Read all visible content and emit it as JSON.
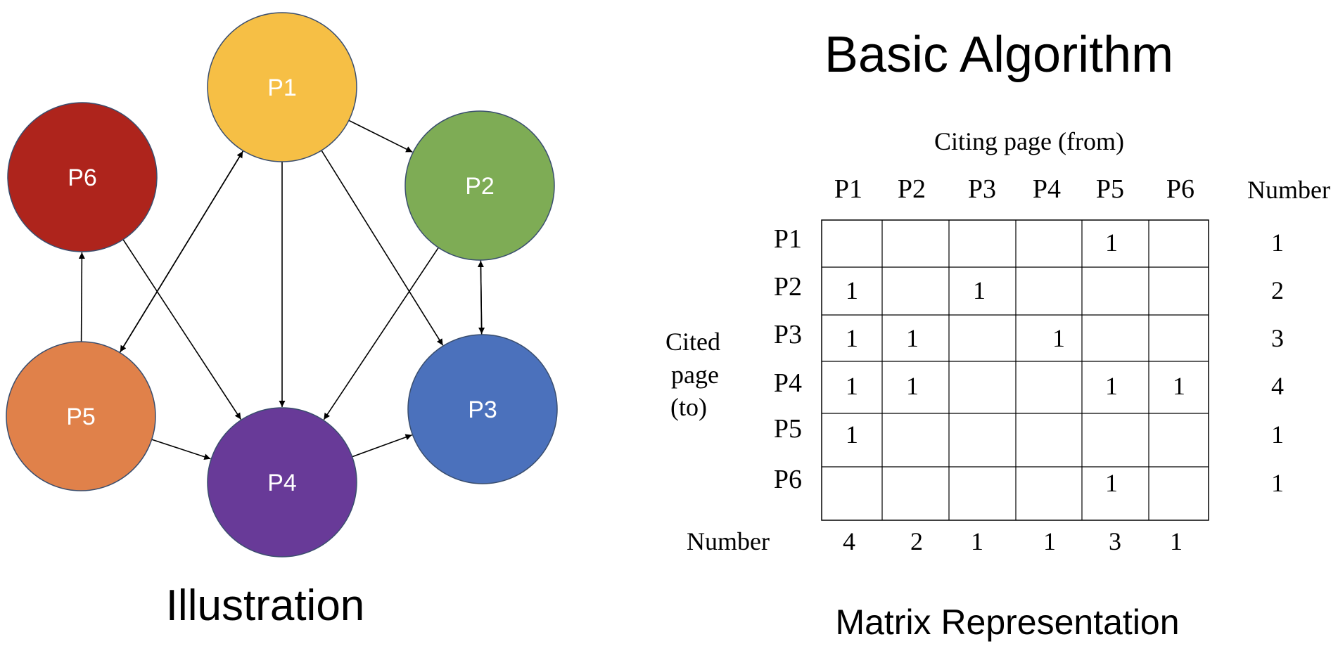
{
  "title": "Basic Algorithm",
  "illustration": {
    "caption": "Illustration",
    "nodes": [
      {
        "id": "P1",
        "label": "P1",
        "color": "#F6BF45"
      },
      {
        "id": "P2",
        "label": "P2",
        "color": "#7EAC55"
      },
      {
        "id": "P3",
        "label": "P3",
        "color": "#4B71BC"
      },
      {
        "id": "P4",
        "label": "P4",
        "color": "#683A98"
      },
      {
        "id": "P5",
        "label": "P5",
        "color": "#E0814A"
      },
      {
        "id": "P6",
        "label": "P6",
        "color": "#AE241C"
      }
    ],
    "edges": [
      {
        "from": "P1",
        "to": "P2"
      },
      {
        "from": "P1",
        "to": "P3"
      },
      {
        "from": "P1",
        "to": "P4"
      },
      {
        "from": "P1",
        "to": "P5"
      },
      {
        "from": "P2",
        "to": "P3"
      },
      {
        "from": "P2",
        "to": "P4"
      },
      {
        "from": "P3",
        "to": "P2"
      },
      {
        "from": "P4",
        "to": "P3"
      },
      {
        "from": "P5",
        "to": "P1"
      },
      {
        "from": "P5",
        "to": "P4"
      },
      {
        "from": "P5",
        "to": "P6"
      },
      {
        "from": "P6",
        "to": "P4"
      }
    ]
  },
  "matrix": {
    "caption": "Matrix Representation",
    "citing_label": "Citing page (from)",
    "cited_label_lines": [
      "Cited",
      "page",
      "(to)"
    ],
    "number_label": "Number",
    "pages": [
      "P1",
      "P2",
      "P3",
      "P4",
      "P5",
      "P6"
    ],
    "cells": [
      [
        "",
        "",
        "",
        "",
        "1",
        ""
      ],
      [
        "1",
        "",
        "1",
        "",
        "",
        ""
      ],
      [
        "1",
        "1",
        "",
        "1",
        "",
        ""
      ],
      [
        "1",
        "1",
        "",
        "",
        "1",
        "1"
      ],
      [
        "1",
        "",
        "",
        "",
        "",
        ""
      ],
      [
        "",
        "",
        "",
        "",
        "1",
        ""
      ]
    ],
    "row_numbers": [
      "1",
      "2",
      "3",
      "4",
      "1",
      "1"
    ],
    "col_numbers": [
      "4",
      "2",
      "1",
      "1",
      "3",
      "1"
    ]
  }
}
